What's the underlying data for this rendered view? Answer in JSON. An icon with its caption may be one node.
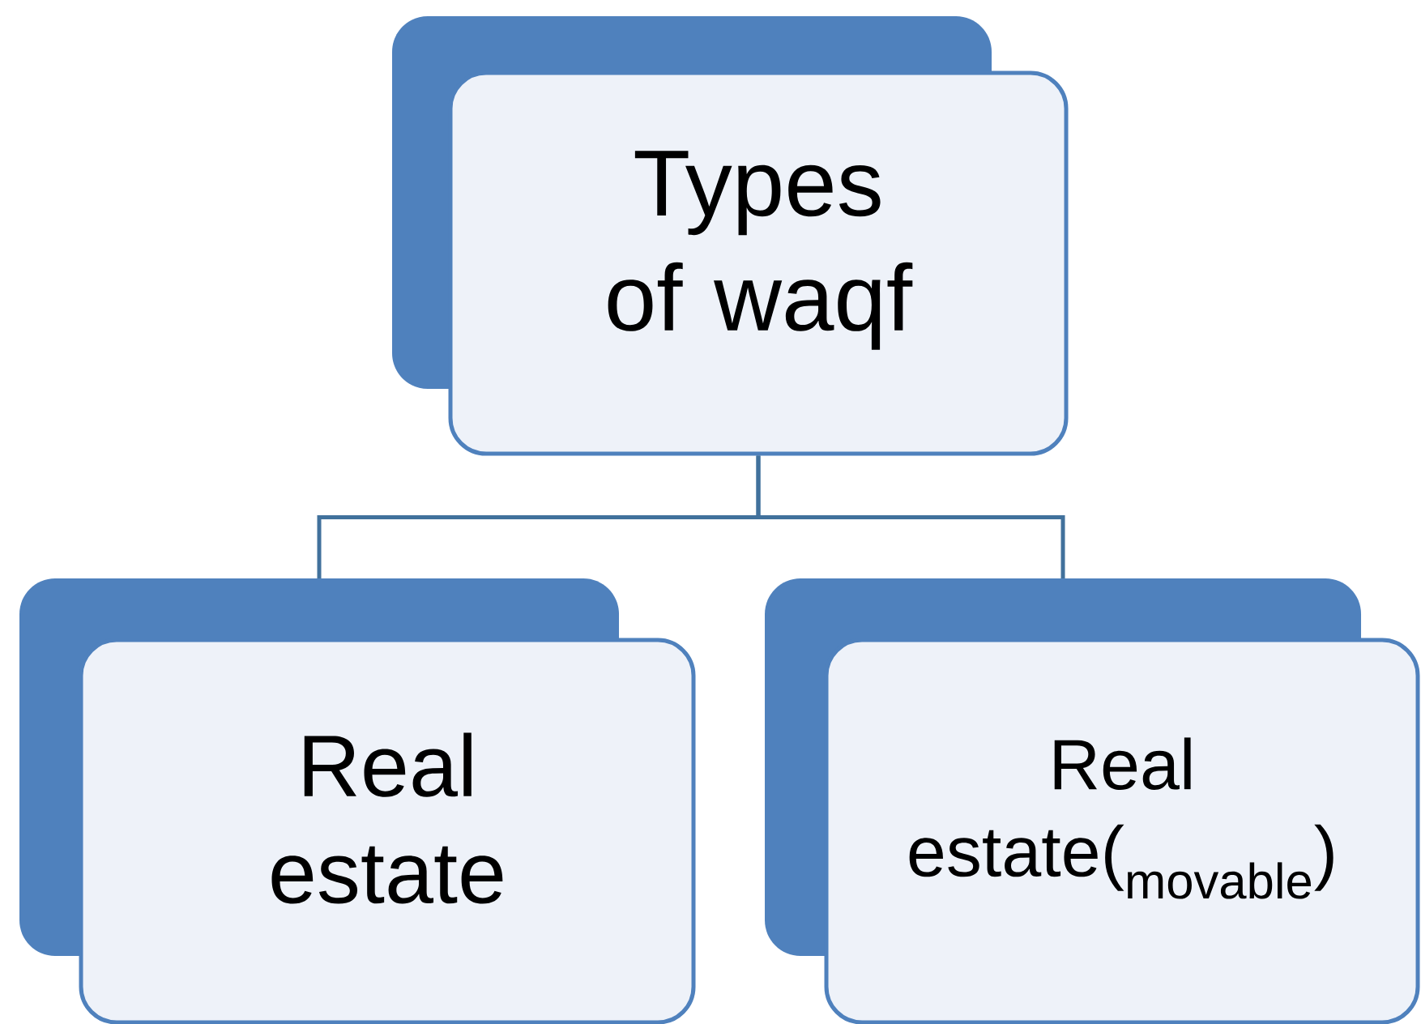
{
  "diagram": {
    "nodes": [
      {
        "text": [
          "Types of waqf"
        ]
      },
      {
        "text": [
          "Real estate"
        ]
      },
      {
        "text": [
          "Real estate($_{movable}$)"
        ]
      }
    ],
    "edges": [
      {
        "from": 0,
        "to": 1,
        "arrow": "none"
      },
      {
        "from": 0,
        "to": 2,
        "arrow": "none"
      }
    ]
  }
}
